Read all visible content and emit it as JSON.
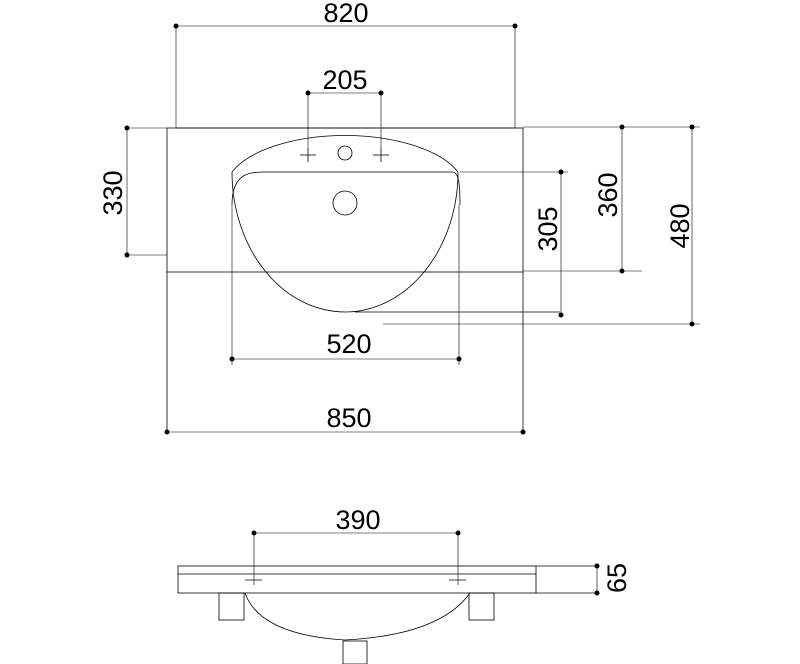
{
  "dimensions": {
    "top_width": "820",
    "tap_holes_spacing": "205",
    "depth_left": "330",
    "basin_depth": "305",
    "depth_right": "360",
    "total_depth": "480",
    "basin_width": "520",
    "total_width": "850",
    "side_bottom_width": "390",
    "side_thickness": "65"
  }
}
